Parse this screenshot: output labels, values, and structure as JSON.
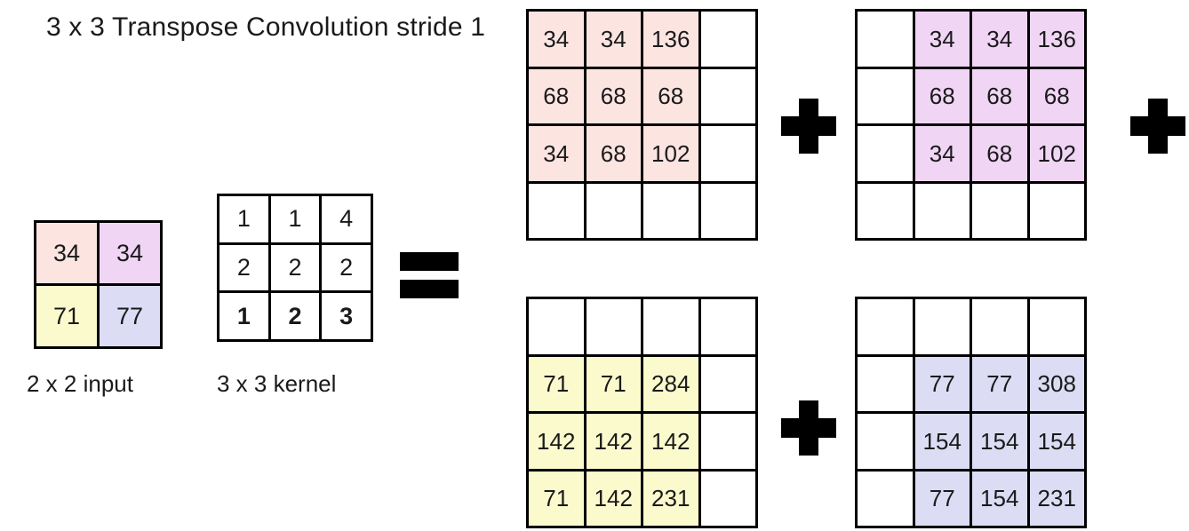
{
  "title": "3 x 3 Transpose Convolution stride 1",
  "captions": {
    "input": "2 x 2 input",
    "kernel": "3 x 3 kernel"
  },
  "operators": {
    "equals": "=",
    "plus": "+"
  },
  "colors": {
    "pink": "#fce4e1",
    "purple": "#f0d5f5",
    "yellow": "#fafacd",
    "lavender": "#dcdcf5",
    "white": "#ffffff",
    "border": "#000000",
    "text": "#1a1a1a"
  },
  "chart_data": {
    "type": "table",
    "title": "3 x 3 Transpose Convolution stride 1",
    "input": {
      "label": "2 x 2 input",
      "rows": 2,
      "cols": 2,
      "values": [
        [
          34,
          34
        ],
        [
          71,
          77
        ]
      ],
      "cell_colors": [
        [
          "#fce4e1",
          "#f0d5f5"
        ],
        [
          "#fafacd",
          "#dcdcf5"
        ]
      ]
    },
    "kernel": {
      "label": "3 x 3 kernel",
      "rows": 3,
      "cols": 3,
      "values": [
        [
          1,
          1,
          4
        ],
        [
          2,
          2,
          2
        ],
        [
          1,
          2,
          3
        ]
      ],
      "bold_rows": [
        2
      ]
    },
    "outputs": [
      {
        "name": "pink-output",
        "color": "#fce4e1",
        "rows": 4,
        "cols": 4,
        "offset_row": 0,
        "offset_col": 0,
        "values": [
          [
            "34",
            "34",
            "136",
            ""
          ],
          [
            "68",
            "68",
            "68",
            ""
          ],
          [
            "34",
            "68",
            "102",
            ""
          ],
          [
            "",
            "",
            "",
            ""
          ]
        ],
        "filled": [
          [
            true,
            true,
            true,
            false
          ],
          [
            true,
            true,
            true,
            false
          ],
          [
            true,
            true,
            true,
            false
          ],
          [
            false,
            false,
            false,
            false
          ]
        ]
      },
      {
        "name": "purple-output",
        "color": "#f0d5f5",
        "rows": 4,
        "cols": 4,
        "offset_row": 0,
        "offset_col": 1,
        "values": [
          [
            "",
            "34",
            "34",
            "136"
          ],
          [
            "",
            "68",
            "68",
            "68"
          ],
          [
            "",
            "34",
            "68",
            "102"
          ],
          [
            "",
            "",
            "",
            ""
          ]
        ],
        "filled": [
          [
            false,
            true,
            true,
            true
          ],
          [
            false,
            true,
            true,
            true
          ],
          [
            false,
            true,
            true,
            true
          ],
          [
            false,
            false,
            false,
            false
          ]
        ]
      },
      {
        "name": "yellow-output",
        "color": "#fafacd",
        "rows": 4,
        "cols": 4,
        "offset_row": 1,
        "offset_col": 0,
        "values": [
          [
            "",
            "",
            "",
            ""
          ],
          [
            "71",
            "71",
            "284",
            ""
          ],
          [
            "142",
            "142",
            "142",
            ""
          ],
          [
            "71",
            "142",
            "231",
            ""
          ]
        ],
        "filled": [
          [
            false,
            false,
            false,
            false
          ],
          [
            true,
            true,
            true,
            false
          ],
          [
            true,
            true,
            true,
            false
          ],
          [
            true,
            true,
            true,
            false
          ]
        ]
      },
      {
        "name": "lavender-output",
        "color": "#dcdcf5",
        "rows": 4,
        "cols": 4,
        "offset_row": 1,
        "offset_col": 1,
        "values": [
          [
            "",
            "",
            "",
            ""
          ],
          [
            "",
            "77",
            "77",
            "308"
          ],
          [
            "",
            "154",
            "154",
            "154"
          ],
          [
            "",
            "77",
            "154",
            "231"
          ]
        ],
        "filled": [
          [
            false,
            false,
            false,
            false
          ],
          [
            false,
            true,
            true,
            true
          ],
          [
            false,
            true,
            true,
            true
          ],
          [
            false,
            true,
            true,
            true
          ]
        ]
      }
    ]
  }
}
